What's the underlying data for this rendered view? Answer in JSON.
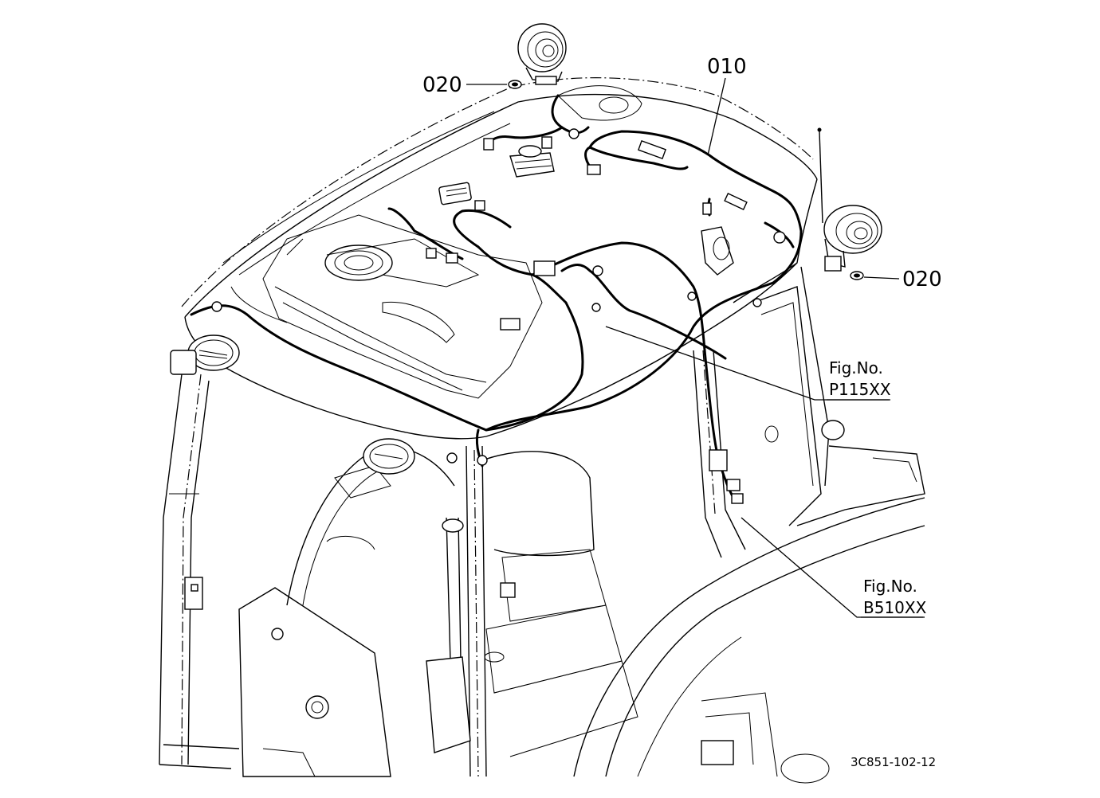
{
  "diagram": {
    "callouts": {
      "part_020_left": "020",
      "part_010": "010",
      "part_020_right": "020"
    },
    "references": {
      "ref_top_prefix": "Fig.No.",
      "ref_top_code": "P115XX",
      "ref_bottom_prefix": "Fig.No.",
      "ref_bottom_code": "B510XX"
    },
    "drawing_code": "3C851-102-12"
  }
}
